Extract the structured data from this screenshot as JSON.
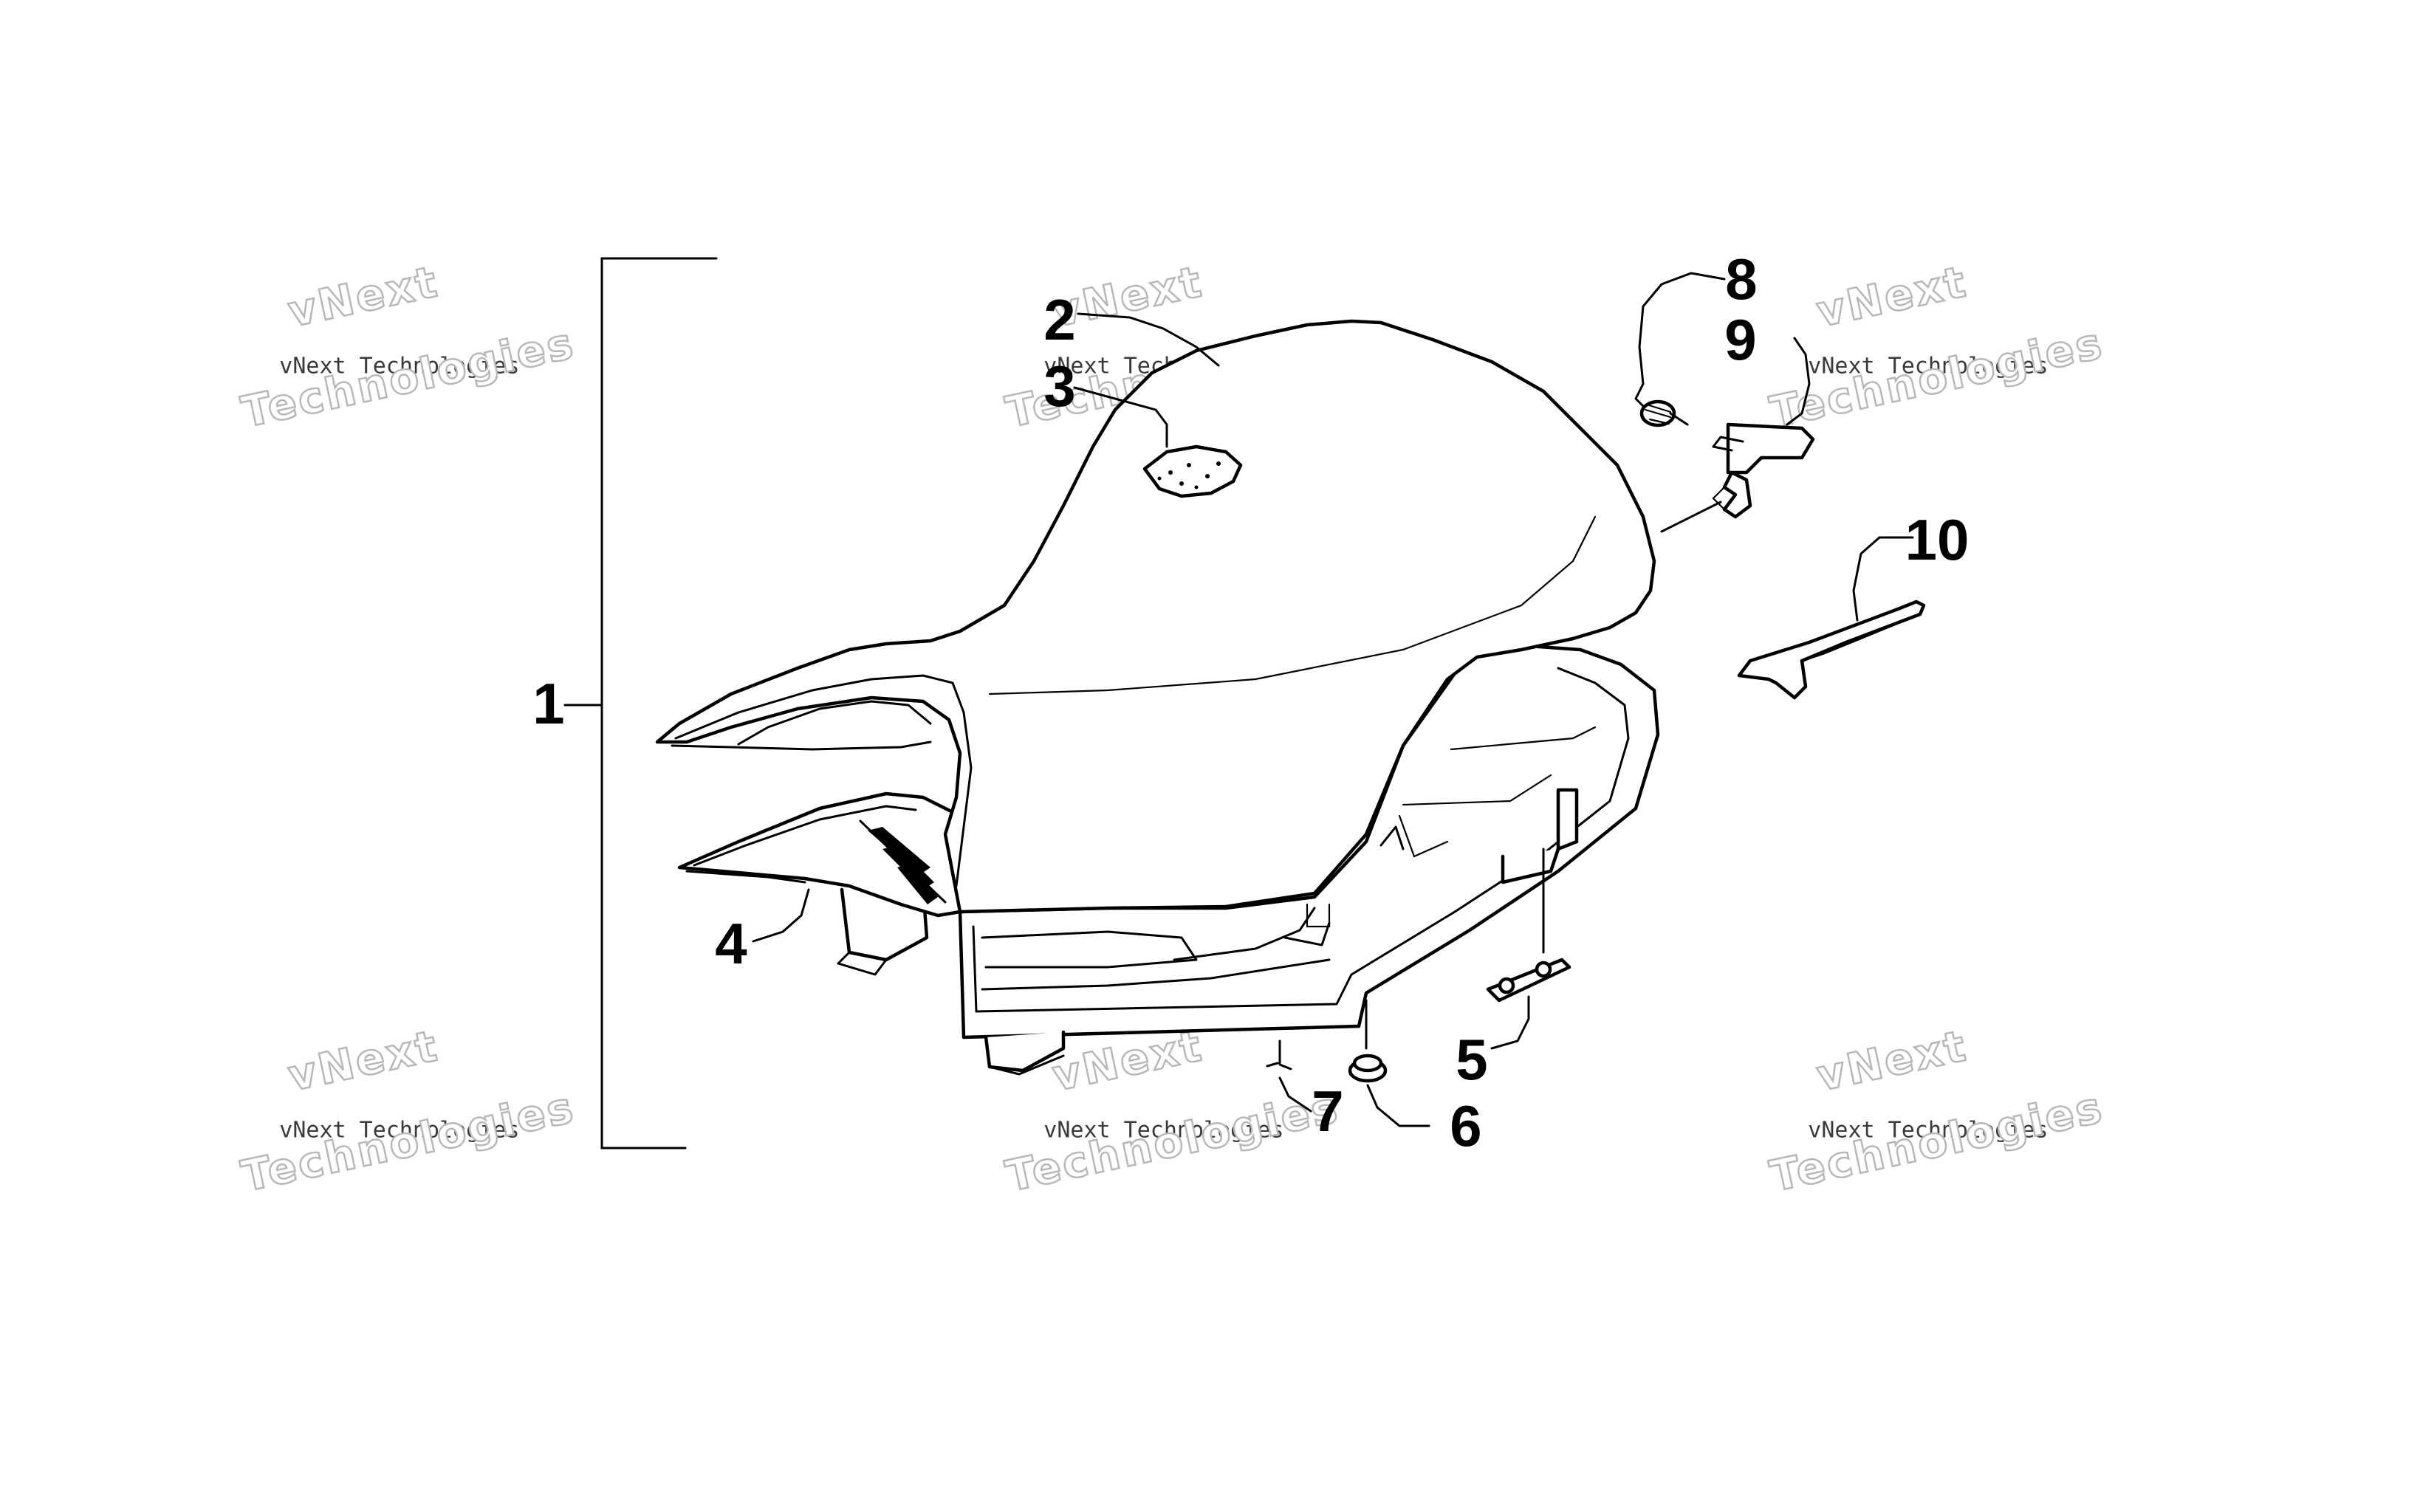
{
  "callouts": [
    "1",
    "2",
    "3",
    "4",
    "5",
    "6",
    "7",
    "8",
    "9",
    "10"
  ],
  "watermark": {
    "line1": "vNext",
    "line2": "vNext Technologies",
    "line3": "Technologies"
  }
}
